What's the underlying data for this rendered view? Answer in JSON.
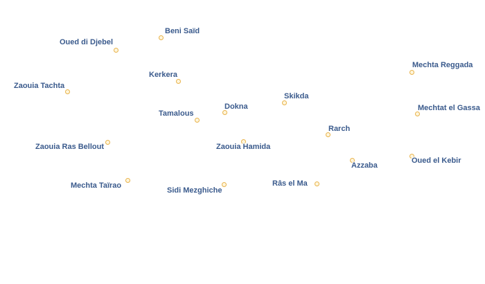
{
  "map": {
    "places": [
      {
        "id": "beni-said",
        "name": "Beni Saïd"
      },
      {
        "id": "oued-di-djebel",
        "name": "Oued di Djebel"
      },
      {
        "id": "kerkera",
        "name": "Kerkera"
      },
      {
        "id": "zaouia-tachta",
        "name": "Zaouia Tachta"
      },
      {
        "id": "tamalous",
        "name": "Tamalous"
      },
      {
        "id": "dokna",
        "name": "Dokna"
      },
      {
        "id": "skikda",
        "name": "Skikda"
      },
      {
        "id": "mechta-reggada",
        "name": "Mechta Reggada"
      },
      {
        "id": "mechtat-el-gassa",
        "name": "Mechtat el Gassa"
      },
      {
        "id": "rarch",
        "name": "Rarch"
      },
      {
        "id": "zaouia-ras-bellout",
        "name": "Zaouia Ras Bellout"
      },
      {
        "id": "zaouia-hamida",
        "name": "Zaouia Hamida"
      },
      {
        "id": "azzaba",
        "name": "Azzaba"
      },
      {
        "id": "oued-el-kebir",
        "name": "Oued el Kebir"
      },
      {
        "id": "mechta-tairao",
        "name": "Mechta Taïrao"
      },
      {
        "id": "sidi-mezghiche",
        "name": "Sidi Mezghiche"
      },
      {
        "id": "ras-el-ma",
        "name": "Râs el Ma"
      }
    ]
  }
}
